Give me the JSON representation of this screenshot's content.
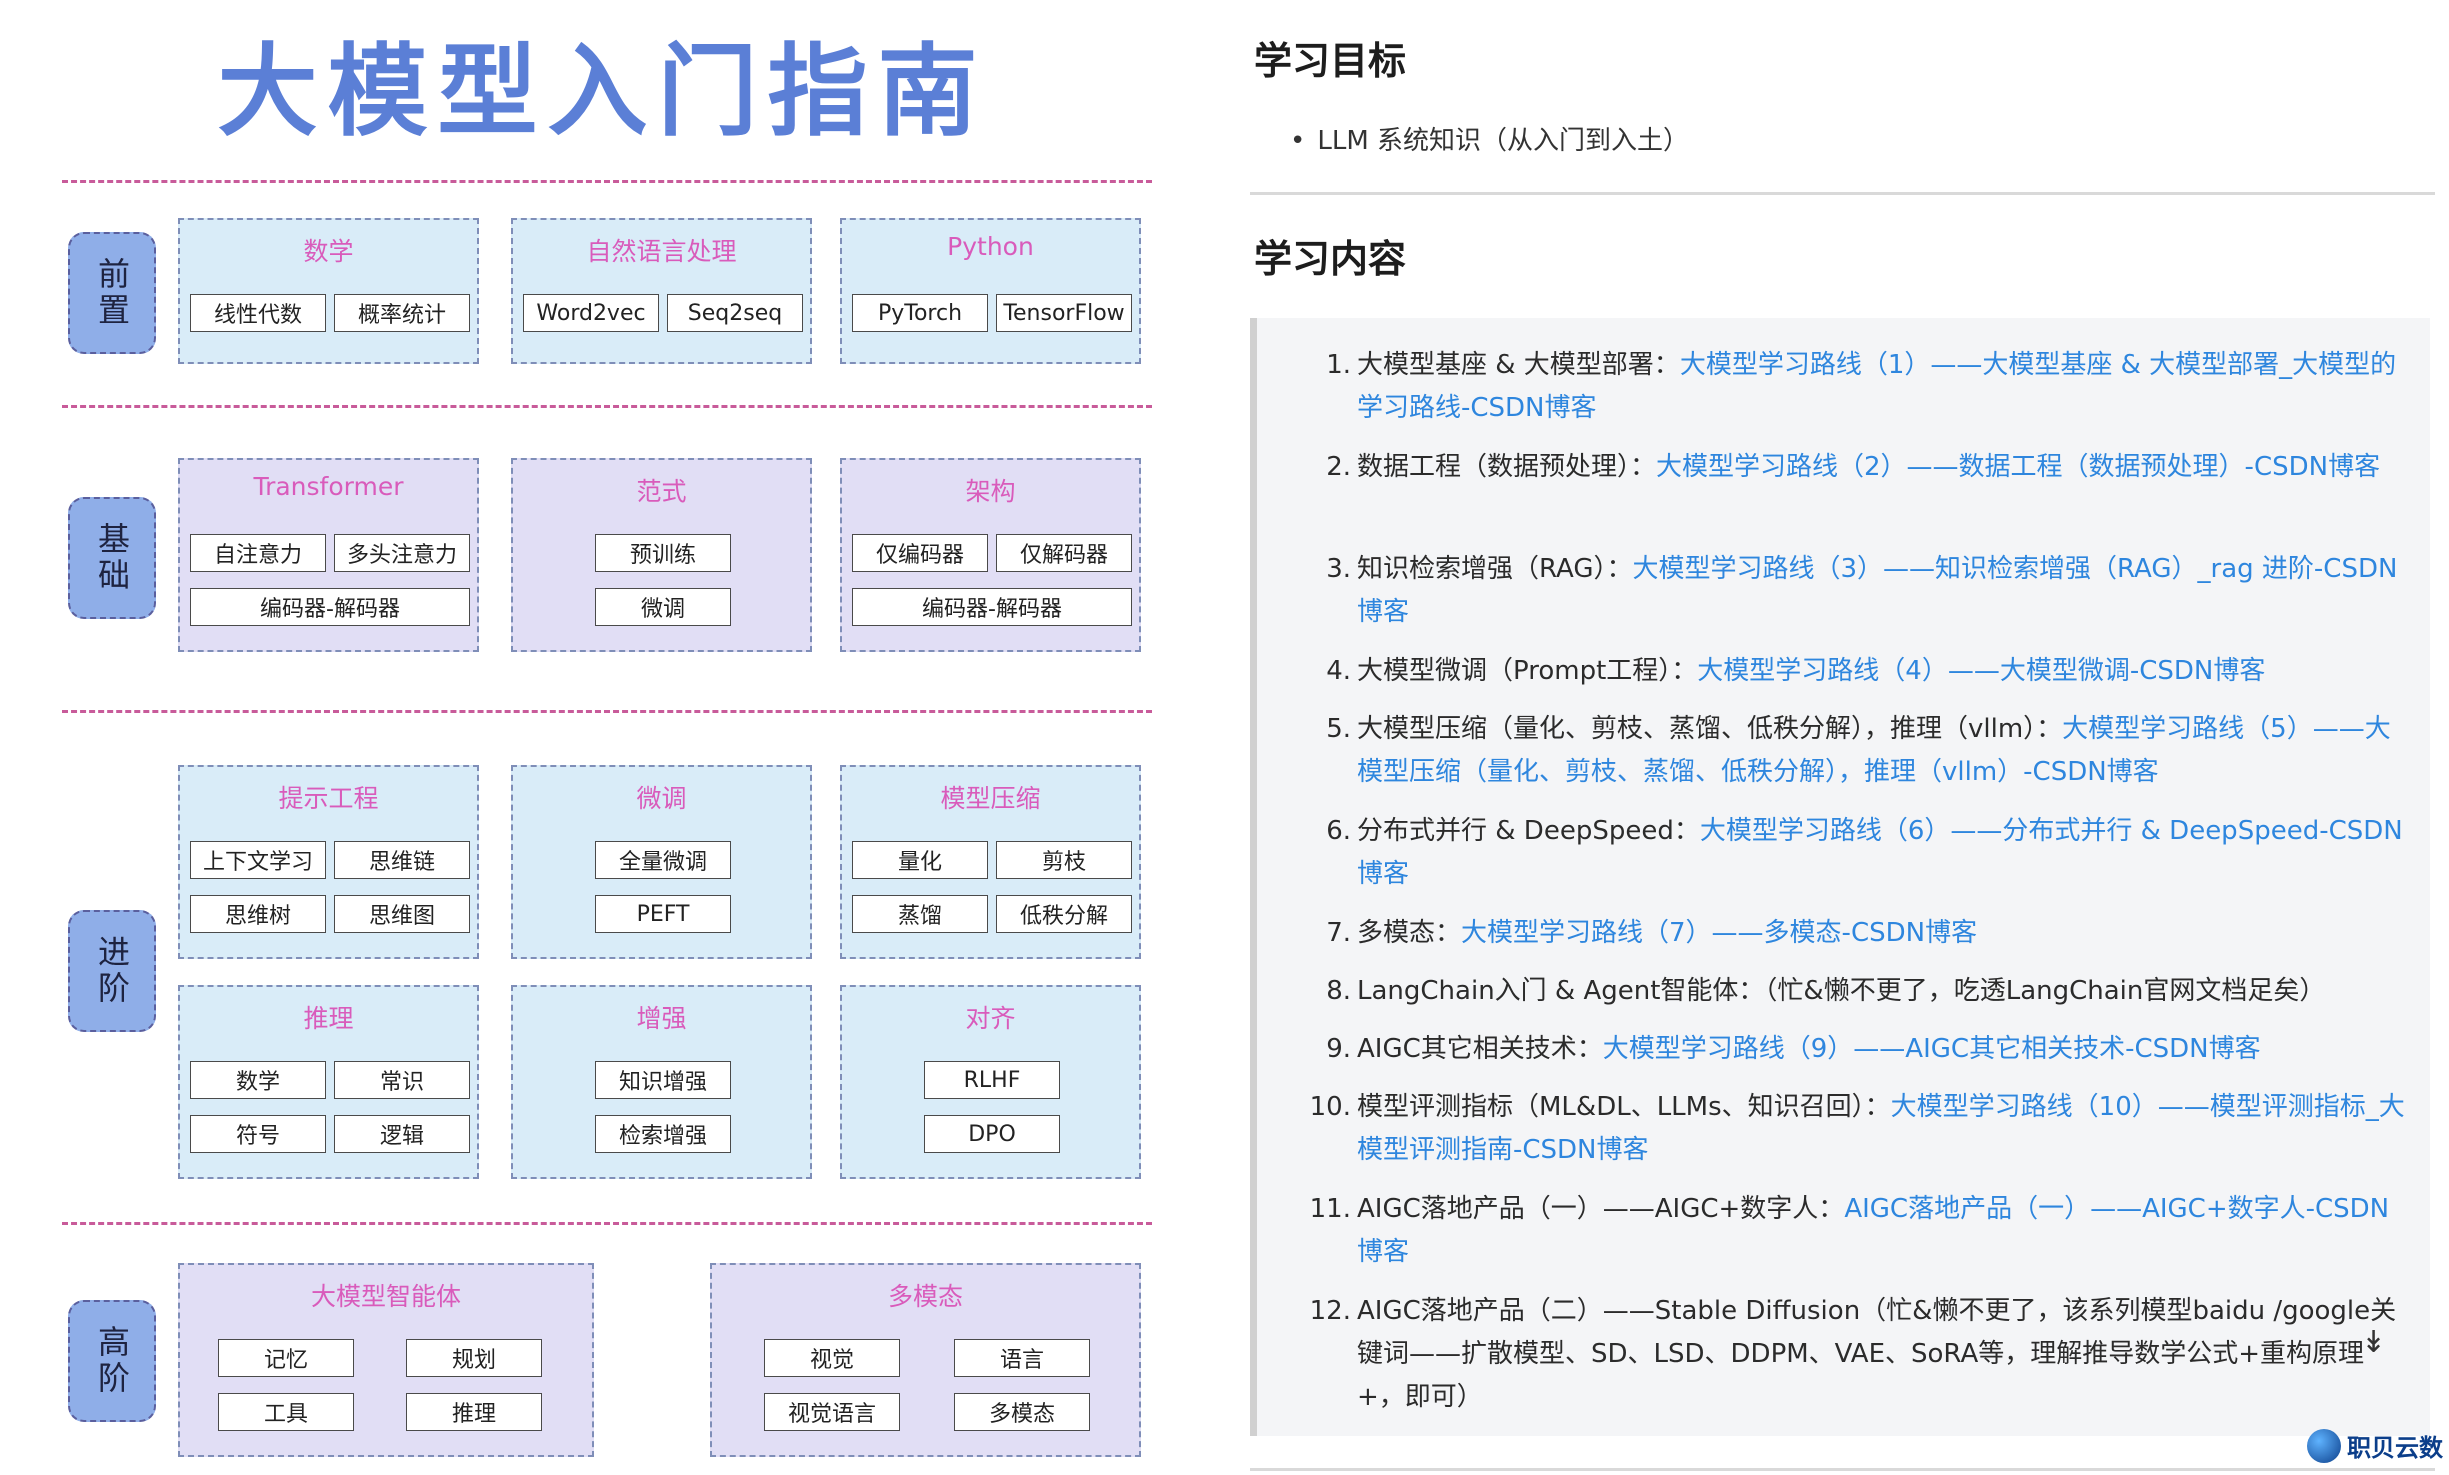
{
  "diagram": {
    "title": "大模型入门指南",
    "stages": [
      {
        "label": "前置"
      },
      {
        "label": "基础"
      },
      {
        "label": "进阶"
      },
      {
        "label": "高阶"
      }
    ],
    "groups": {
      "math": {
        "title": "数学",
        "items": [
          "线性代数",
          "概率统计"
        ]
      },
      "nlp": {
        "title": "自然语言处理",
        "items": [
          "Word2vec",
          "Seq2seq"
        ]
      },
      "python": {
        "title": "Python",
        "items": [
          "PyTorch",
          "TensorFlow"
        ]
      },
      "transformer": {
        "title": "Transformer",
        "items": [
          "自注意力",
          "多头注意力",
          "编码器-解码器"
        ]
      },
      "paradigm": {
        "title": "范式",
        "items": [
          "预训练",
          "微调"
        ]
      },
      "arch": {
        "title": "架构",
        "items": [
          "仅编码器",
          "仅解码器",
          "编码器-解码器"
        ]
      },
      "prompt": {
        "title": "提示工程",
        "items": [
          "上下文学习",
          "思维链",
          "思维树",
          "思维图"
        ]
      },
      "finetune": {
        "title": "微调",
        "items": [
          "全量微调",
          "PEFT"
        ]
      },
      "compress": {
        "title": "模型压缩",
        "items": [
          "量化",
          "剪枝",
          "蒸馏",
          "低秩分解"
        ]
      },
      "reasoning": {
        "title": "推理",
        "items": [
          "数学",
          "常识",
          "符号",
          "逻辑"
        ]
      },
      "enhance": {
        "title": "增强",
        "items": [
          "知识增强",
          "检索增强"
        ]
      },
      "align": {
        "title": "对齐",
        "items": [
          "RLHF",
          "DPO"
        ]
      },
      "agent": {
        "title": "大模型智能体",
        "items": [
          "记忆",
          "规划",
          "工具",
          "推理"
        ]
      },
      "multimodal": {
        "title": "多模态",
        "items": [
          "视觉",
          "语言",
          "视觉语言",
          "多模态"
        ]
      }
    }
  },
  "doc": {
    "goal_heading": "学习目标",
    "goal_item": "LLM 系统知识（从入门到入土）",
    "content_heading": "学习内容",
    "items": [
      {
        "num": "1.",
        "text": "大模型基座 & 大模型部署：",
        "link": "大模型学习路线（1）——大模型基座 & 大模型部署_大模型的学习路线-CSDN博客"
      },
      {
        "num": "2.",
        "text": "数据工程（数据预处理）：",
        "link": "大模型学习路线（2）——数据工程（数据预处理）-CSDN博客"
      },
      {
        "num": "3.",
        "text": "知识检索增强（RAG）：",
        "link": "大模型学习路线（3）——知识检索增强（RAG）_rag 进阶-CSDN博客"
      },
      {
        "num": "4.",
        "text": "大模型微调（Prompt工程）：",
        "link": "大模型学习路线（4）——大模型微调-CSDN博客"
      },
      {
        "num": "5.",
        "text": "大模型压缩（量化、剪枝、蒸馏、低秩分解），推理（vllm）：",
        "link": "大模型学习路线（5）——大模型压缩（量化、剪枝、蒸馏、低秩分解），推理（vllm）-CSDN博客"
      },
      {
        "num": "6.",
        "text": "分布式并行 & DeepSpeed：",
        "link": "大模型学习路线（6）——分布式并行 & DeepSpeed-CSDN博客"
      },
      {
        "num": "7.",
        "text": "多模态：",
        "link": "大模型学习路线（7）——多模态-CSDN博客"
      },
      {
        "num": "8.",
        "text": "LangChain入门 & Agent智能体：（忙&懒不更了，吃透LangChain官网文档足矣）",
        "link": ""
      },
      {
        "num": "9.",
        "text": "AIGC其它相关技术：",
        "link": "大模型学习路线（9）——AIGC其它相关技术-CSDN博客"
      },
      {
        "num": "10.",
        "text": "模型评测指标（ML&DL、LLMs、知识召回）：",
        "link": "大模型学习路线（10）——模型评测指标_大模型评测指南-CSDN博客"
      },
      {
        "num": "11.",
        "text": "AIGC落地产品（一）——AIGC+数字人：",
        "link": "AIGC落地产品（一）——AIGC+数字人-CSDN博客"
      },
      {
        "num": "12.",
        "text": "AIGC落地产品（二）——Stable Diffusion（忙&懒不更了，该系列模型baidu /google关键词——扩散模型、SD、LSD、DDPM、VAE、SoRA等，理解推导数学公式+重构原理+，即可）",
        "link": ""
      }
    ],
    "icons": {
      "expand": "double-chevron-down-icon"
    },
    "watermark": "职贝云数"
  }
}
